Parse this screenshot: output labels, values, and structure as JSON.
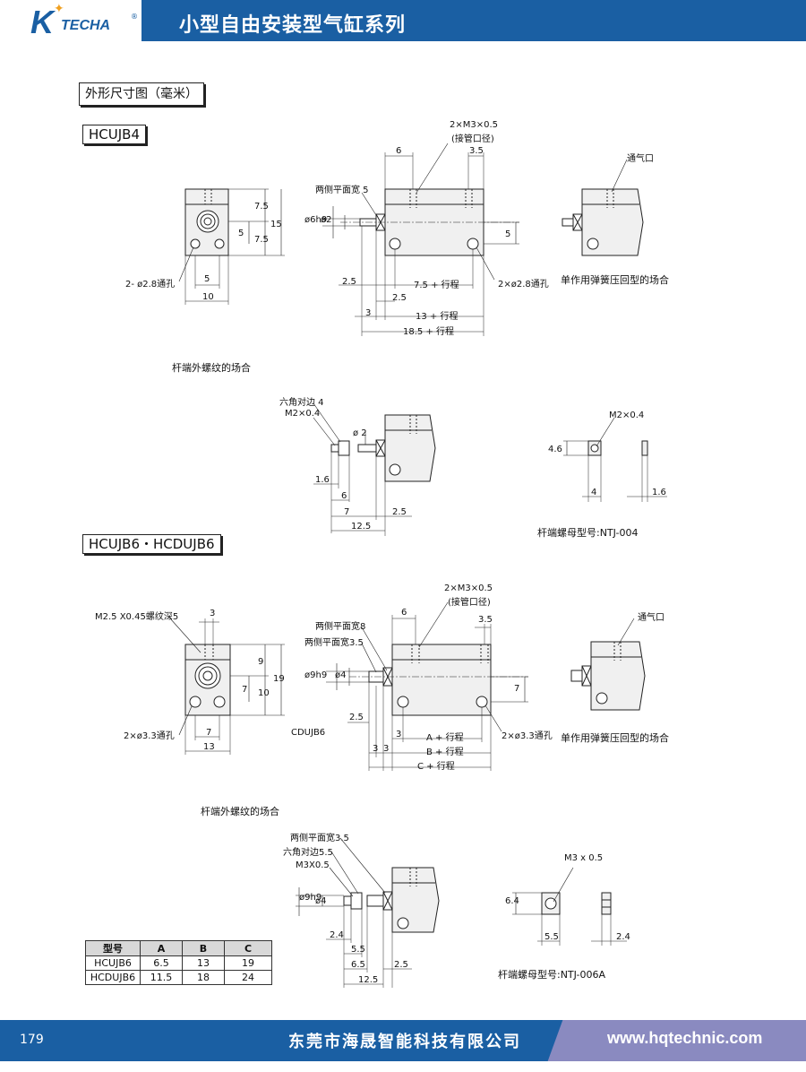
{
  "header": {
    "logo_text": "TECHA",
    "logo_letter": "K",
    "reg": "®",
    "title": "小型自由安装型气缸系列"
  },
  "sections": {
    "dim_title": "外形尺寸图（毫米）",
    "model1": "HCUJB4",
    "model2": "HCUJB6・HCDUJB6"
  },
  "hcujb4": {
    "front": {
      "d75a": "7.5",
      "d15": "15",
      "d5a": "5",
      "d75b": "7.5",
      "d5b": "5",
      "d10": "10",
      "hole": "2- ø2.8通孔"
    },
    "side": {
      "port": "2×M3×0.5",
      "port_note": "(接管口径)",
      "d6": "6",
      "d35": "3.5",
      "flat": "两侧平面宽 5",
      "rod": "ø6h9",
      "rod2": "ø2",
      "d5": "5",
      "d25a": "2.5",
      "d75s": "7.5 + 行程",
      "hole": "2×ø2.8通孔",
      "d25b": "2.5",
      "d3": "3",
      "d13s": "13 + 行程",
      "d185s": "18.5 + 行程"
    },
    "spring": {
      "vent": "通气口",
      "label": "单作用弹簧压回型的场合"
    },
    "ext": {
      "title": "杆端外螺纹的场合",
      "hex": "六角对边 4",
      "thread": "M2×0.4",
      "d2": "ø 2",
      "d16": "1.6",
      "d6": "6",
      "d7": "7",
      "d125": "12.5",
      "d25": "2.5"
    },
    "nut": {
      "thread": "M2×0.4",
      "d46": "4.6",
      "d4": "4",
      "d16": "1.6",
      "label": "杆端螺母型号:NTJ-004"
    }
  },
  "hcujb6": {
    "front": {
      "thread": "M2.5 X0.45螺纹深5",
      "d3": "3",
      "d9": "9",
      "d19": "19",
      "d10": "10",
      "d7": "7",
      "d13": "13",
      "hole": "2×ø3.3通孔"
    },
    "side": {
      "port": "2×M3×0.5",
      "port_note": "(接管口径)",
      "d6": "6",
      "d35": "3.5",
      "flat8": "两侧平面宽8",
      "flat35": "两侧平面宽3.5",
      "rod": "ø9h9",
      "rod2": "ø4",
      "d7": "7",
      "d25": "2.5",
      "d3": "3",
      "d3b": "3",
      "d3c": "3",
      "a": "A + 行程",
      "b": "B + 行程",
      "c": "C + 行程",
      "hole": "2×ø3.3通孔",
      "cdujb6": "CDUJB6"
    },
    "spring": {
      "vent": "通气口",
      "label": "单作用弹簧压回型的场合"
    },
    "ext": {
      "title": "杆端外螺纹的场合",
      "flat": "两侧平面宽3.5",
      "hex": "六角对边5.5",
      "thread": "M3X0.5",
      "rod": "ø9h9",
      "rod2": "ø4",
      "d24": "2.4",
      "d55": "5.5",
      "d65": "6.5",
      "d125": "12.5",
      "d25": "2.5"
    },
    "nut": {
      "thread": "M3 x 0.5",
      "d64": "6.4",
      "d55": "5.5",
      "d24": "2.4",
      "label": "杆端螺母型号:NTJ-006A"
    }
  },
  "table": {
    "headers": [
      "型号",
      "A",
      "B",
      "C"
    ],
    "rows": [
      [
        "HCUJB6",
        "6.5",
        "13",
        "19"
      ],
      [
        "HCDUJB6",
        "11.5",
        "18",
        "24"
      ]
    ]
  },
  "footer": {
    "page": "179",
    "company": "东莞市海晟智能科技有限公司",
    "url": "www.hqtechnic.com"
  }
}
